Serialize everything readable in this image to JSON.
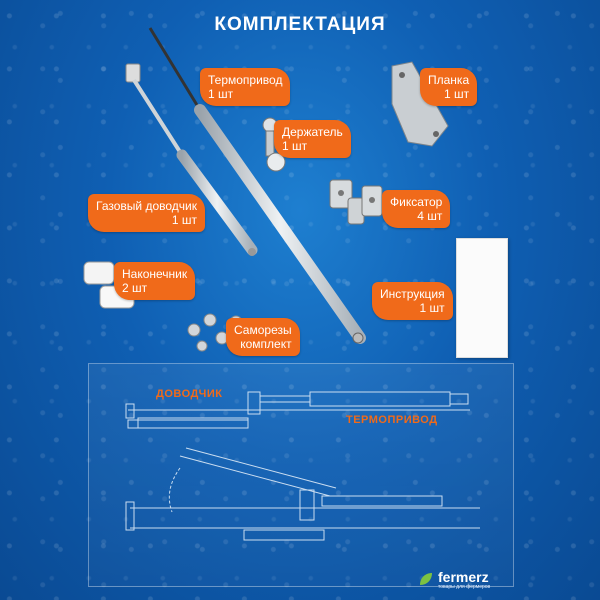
{
  "title": "КОМПЛЕКТАЦИЯ",
  "items": [
    {
      "name": "Термопривод",
      "qty": "1 шт"
    },
    {
      "name": "Держатель",
      "qty": "1 шт"
    },
    {
      "name": "Планка",
      "qty": "1 шт"
    },
    {
      "name": "Газовый доводчик",
      "qty": "1 шт"
    },
    {
      "name": "Фиксатор",
      "qty": "4 шт"
    },
    {
      "name": "Наконечник",
      "qty": "2 шт"
    },
    {
      "name": "Инструкция",
      "qty": "1 шт"
    },
    {
      "name": "Саморезы",
      "qty": "комплект"
    }
  ],
  "diagram": {
    "label_closer": "ДОВОДЧИК",
    "label_actuator": "ТЕРМОПРИВОД"
  },
  "brand": {
    "name": "fermerz",
    "tagline": "товары для фермеров"
  },
  "colors": {
    "accent": "#f06a1a",
    "background": "#0f5fb3",
    "brand_leaf": "#7cc242"
  }
}
